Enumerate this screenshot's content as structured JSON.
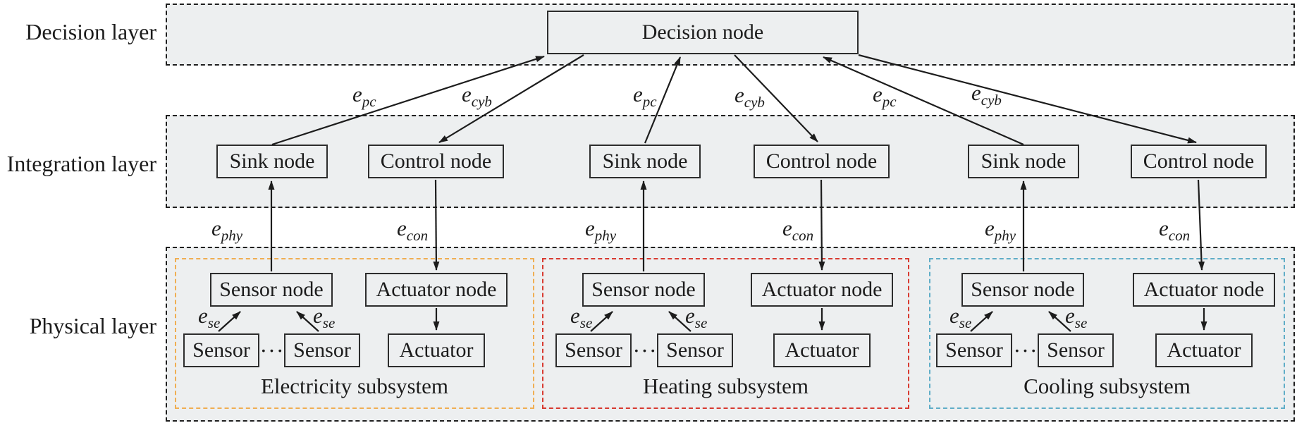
{
  "layers": {
    "decision": {
      "label": "Decision layer"
    },
    "integration": {
      "label": "Integration layer"
    },
    "physical": {
      "label": "Physical layer"
    }
  },
  "decision_node_label": "Decision node",
  "node_labels": {
    "sink": "Sink node",
    "control": "Control node",
    "sensor_node": "Sensor node",
    "actuator_node": "Actuator node",
    "sensor": "Sensor",
    "actuator": "Actuator",
    "dots": "···"
  },
  "edge_labels": {
    "pc": {
      "base": "e",
      "sub": "pc"
    },
    "cyb": {
      "base": "e",
      "sub": "cyb"
    },
    "phy": {
      "base": "e",
      "sub": "phy"
    },
    "con": {
      "base": "e",
      "sub": "con"
    },
    "se": {
      "base": "e",
      "sub": "se"
    }
  },
  "subsystems": [
    {
      "name": "Electricity subsystem",
      "border_color": "#f0ae52"
    },
    {
      "name": "Heating subsystem",
      "border_color": "#d83a30"
    },
    {
      "name": "Cooling subsystem",
      "border_color": "#5fadc7"
    }
  ],
  "colors": {
    "band_fill": "#edeff0",
    "dashed_border": "#1f1f1f",
    "box_border": "#2d2d2d",
    "arrow": "#1c1c1c",
    "electricity_accent": "#f0ae52",
    "heating_accent": "#d83a30",
    "cooling_accent": "#5fadc7"
  }
}
